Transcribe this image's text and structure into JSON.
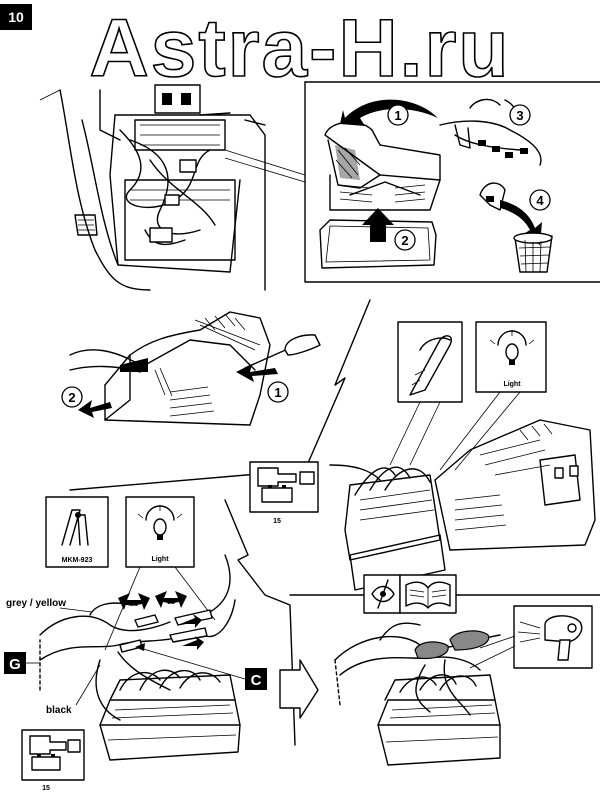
{
  "page": {
    "number": "10"
  },
  "watermark": {
    "text": "Astra-H.ru"
  },
  "steps": [
    "1",
    "2",
    "3",
    "4"
  ],
  "top_left": {
    "labels": []
  },
  "middle": {
    "callouts": [
      "2",
      "1"
    ],
    "tester_label": "Light",
    "battery_label": "15"
  },
  "bottom_left": {
    "tool_label": "MKM-923",
    "tester_label": "Light",
    "wire_grey_yellow": "grey / yellow",
    "wire_black": "black",
    "marker_g": "G",
    "marker_c": "C",
    "battery_label": "15"
  },
  "bottom_right": {
    "icons": [
      "eye-lens-icon",
      "manual-book-icon",
      "hair-dryer-icon"
    ]
  }
}
